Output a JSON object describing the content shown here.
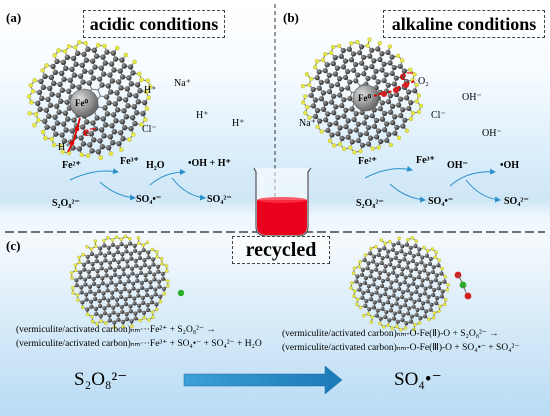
{
  "panels": {
    "a": "(a)",
    "b": "(b)",
    "c": "(c)"
  },
  "titles": {
    "acidic": "acidic conditions",
    "alkaline": "alkaline conditions",
    "recycled": "recycled"
  },
  "panel_a": {
    "center_atom": "Fe⁰",
    "electron": "e⁻",
    "ions": [
      "Na⁺",
      "H⁺",
      "Cl⁻",
      "H⁺",
      "H⁺",
      "H⁺"
    ],
    "fe2": "Fe²⁺",
    "fe3": "Fe³⁺",
    "h2o": "H₂O",
    "oh_h": "•OH + H⁺",
    "persulfate": "S₂O₈²⁻",
    "so4_radical": "SO₄•⁻",
    "so4_ion": "SO₄²⁻"
  },
  "panel_b": {
    "center_atom": "Fe⁰",
    "electron": "e⁻",
    "o2": "O₂",
    "ions": [
      "OH⁻",
      "Na⁺",
      "Cl⁻",
      "OH⁻"
    ],
    "fe2": "Fe²⁺",
    "fe3": "Fe³⁺",
    "oh_ion": "OH⁻",
    "oh_radical": "•OH",
    "persulfate": "S₂O₈²⁻",
    "so4_radical": "SO₄•⁻",
    "so4_ion": "SO₄²⁻"
  },
  "panel_c": {
    "eq_left_1": "(vermiculite/activated carbon)ₙₘ···Fe²⁺ + S₂O₈²⁻ →",
    "eq_left_2": "(vermiculite/activated carbon)ₙₘ···Fe³⁺ + SO₄•⁻ + SO₄²⁻ + H₂O",
    "eq_right_1": "(vermiculite/activated carbon)ₙₘ-O-Fe(Ⅱ)-O + S₂O₈²⁻ →",
    "eq_right_2": "(vermiculite/activated carbon)ₙₘ-O-Fe(Ⅲ)-O + SO₄•⁻ + SO₄²⁻",
    "reactant": "S₂O₈²⁻",
    "product": "SO₄•⁻"
  },
  "colors": {
    "carbon_atom": "#4a4a4a",
    "hydrogen_atom": "#e8e84a",
    "fe_atom": "#8a8a8a",
    "electron": "#e00000",
    "oxygen_atom": "#d42020",
    "green_atom": "#28b028",
    "arrow": "#2a8fc9",
    "liquid": "#e8001c"
  }
}
